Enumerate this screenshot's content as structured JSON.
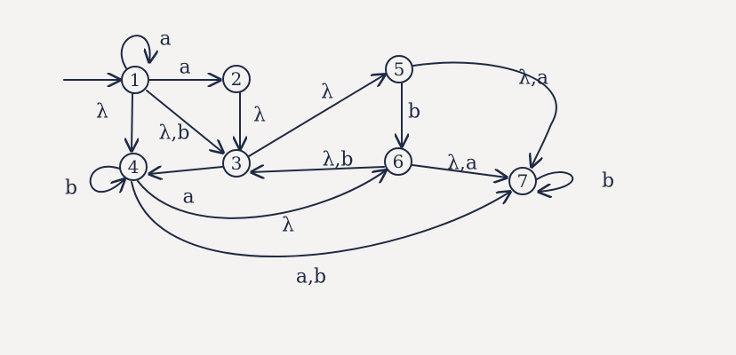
{
  "states": [
    {
      "id": "1",
      "label": "1"
    },
    {
      "id": "2",
      "label": "2"
    },
    {
      "id": "3",
      "label": "3"
    },
    {
      "id": "4",
      "label": "4"
    },
    {
      "id": "5",
      "label": "5"
    },
    {
      "id": "6",
      "label": "6"
    },
    {
      "id": "7",
      "label": "7"
    }
  ],
  "start_state": "1",
  "transitions": [
    {
      "from": "1",
      "to": "1",
      "label": "a"
    },
    {
      "from": "1",
      "to": "2",
      "label": "a"
    },
    {
      "from": "1",
      "to": "4",
      "label": "λ"
    },
    {
      "from": "1",
      "to": "3",
      "label": "λ,b"
    },
    {
      "from": "2",
      "to": "3",
      "label": "λ"
    },
    {
      "from": "3",
      "to": "5",
      "label": "λ"
    },
    {
      "from": "6",
      "to": "3",
      "label": "λ,b"
    },
    {
      "from": "5",
      "to": "6",
      "label": "b"
    },
    {
      "from": "5",
      "to": "7",
      "label": "λ,a"
    },
    {
      "from": "6",
      "to": "7",
      "label": "λ,a"
    },
    {
      "from": "7",
      "to": "7",
      "label": "b"
    },
    {
      "from": "4",
      "to": "4",
      "label": "b"
    },
    {
      "from": "3",
      "to": "4",
      "label": "a"
    },
    {
      "from": "4",
      "to": "6",
      "label": "λ"
    },
    {
      "from": "4",
      "to": "7",
      "label": "a,b"
    }
  ],
  "colors": {
    "ink": "#1f2a44",
    "paper": "#f4f3f1"
  }
}
